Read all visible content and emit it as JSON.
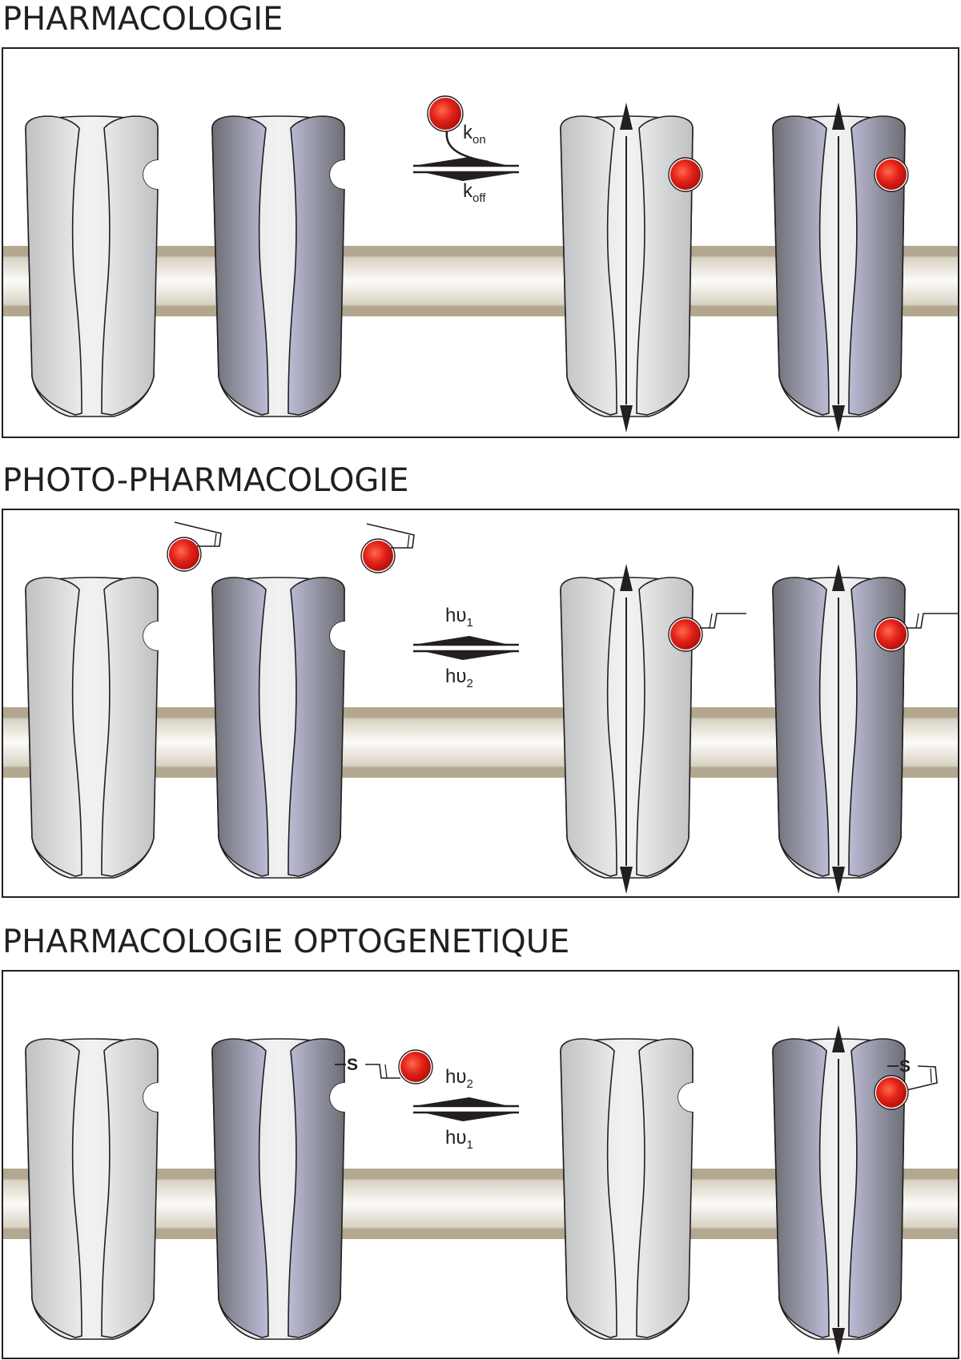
{
  "panels": [
    {
      "title": "PHARMACOLOGIE",
      "upper_label": "k",
      "upper_sub": "on",
      "lower_label": "k",
      "lower_sub": "off"
    },
    {
      "title": "PHOTO-PHARMACOLOGIE",
      "upper_label": "hυ",
      "upper_sub": "1",
      "lower_label": "hυ",
      "lower_sub": "2"
    },
    {
      "title": "PHARMACOLOGIE OPTOGENETIQUE",
      "upper_label": "hυ",
      "upper_sub": "2",
      "lower_label": "hυ",
      "lower_sub": "1",
      "tether_atom": "S"
    }
  ],
  "colors": {
    "ligand": "#e2231a",
    "membrane_band": "#b5aa92",
    "channel_light": "#c8cacc",
    "channel_dark": "#83849a",
    "outline": "#231f20"
  }
}
